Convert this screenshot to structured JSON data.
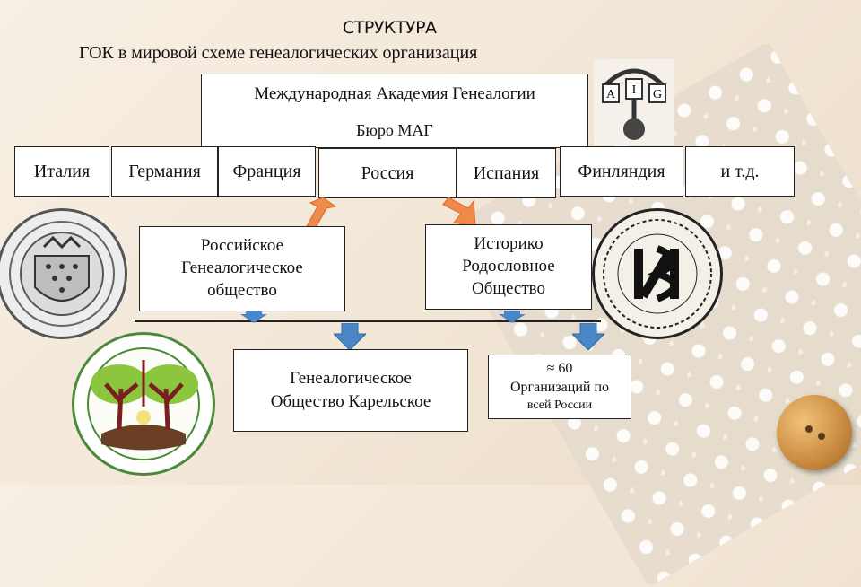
{
  "heading": {
    "small": "СТРУКТУРА",
    "main": "ГОК в мировой схеме генеалогических организация"
  },
  "top": {
    "academy": "Международная Академия Генеалогии",
    "bureau": "Бюро МАГ"
  },
  "countries": [
    "Италия",
    "Германия",
    "Франция",
    "Россия",
    "Испания",
    "Финляндия",
    "и т.д."
  ],
  "organizations": {
    "rgo": "Российское Генеалогическое общество",
    "hro": "Историко Родословное Общество",
    "karelia": "Генеалогическое Общество Карельское",
    "count_line1": "≈ 60",
    "count_line2": "Организаций по",
    "count_line3": "всей России"
  },
  "logos": {
    "aig_letters": [
      "A",
      "I",
      "G"
    ]
  },
  "colors": {
    "blue_arrow": "#4a86c6",
    "orange_arrow": "#f08a4b",
    "tree_green": "#8cc63f",
    "soil_brown": "#6b3e26"
  }
}
